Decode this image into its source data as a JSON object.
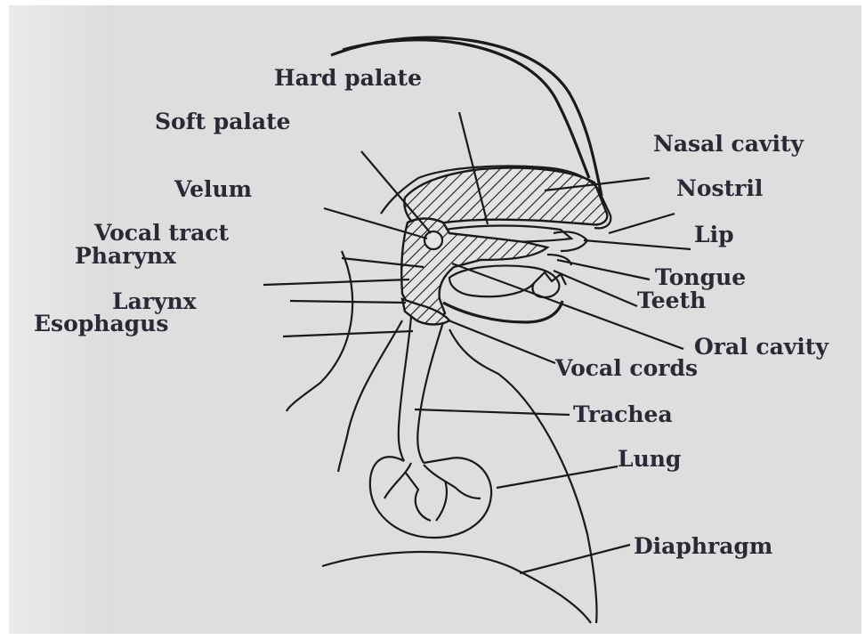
{
  "labels": {
    "hard_palate": "Hard palate",
    "soft_palate": "Soft palate",
    "velum": "Velum",
    "vocal_tract": "Vocal tract",
    "pharynx": "Pharynx",
    "larynx": "Larynx",
    "esophagus": "Esophagus",
    "nasal_cavity": "Nasal cavity",
    "nostril": "Nostril",
    "lip": "Lip",
    "tongue": "Tongue",
    "teeth": "Teeth",
    "oral_cavity": "Oral cavity",
    "vocal_cords": "Vocal cords",
    "trachea": "Trachea",
    "lung": "Lung",
    "diaphragm": "Diaphragm"
  },
  "colors": {
    "background": "#dedede",
    "ink": "#1a1a1a",
    "label_text": "#2a2a36"
  }
}
